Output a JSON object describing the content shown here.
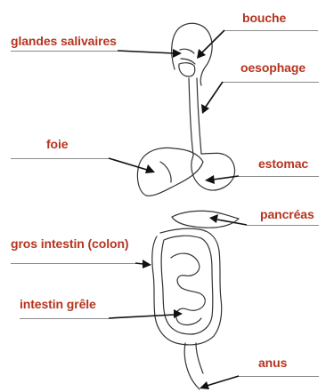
{
  "labels": {
    "glandes_salivaires": "glandes salivaires",
    "bouche": "bouche",
    "oesophage": "oesophage",
    "foie": "foie",
    "estomac": "estomac",
    "pancreas": "pancréas",
    "gros_intestin": "gros intestin (colon)",
    "intestin_grele": "intestin grêle",
    "anus": "anus"
  },
  "colors": {
    "label": "#b5341f",
    "outline": "#333333",
    "arrow": "#111111",
    "rule": "#8a8a8a"
  }
}
